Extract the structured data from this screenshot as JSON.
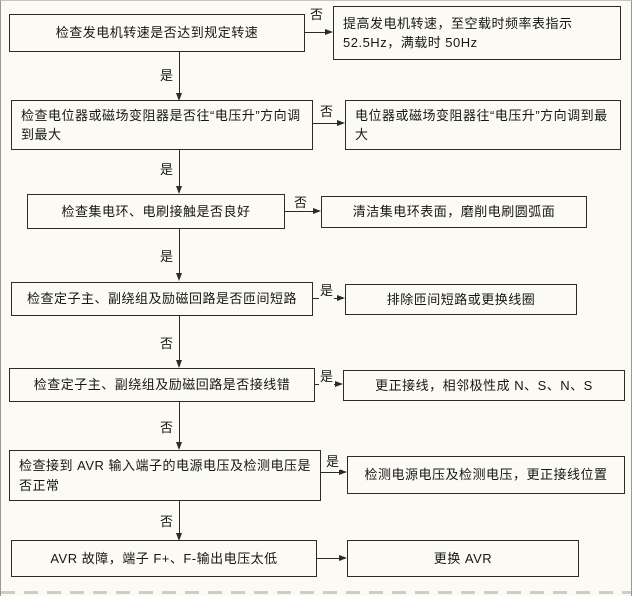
{
  "flow": {
    "rows": [
      {
        "left": "检查发电机转速是否达到规定转速",
        "right": "提高发电机转速，至空载时频率表指示 52.5Hz，满载时 50Hz",
        "branch_label": "否",
        "down_label": "是"
      },
      {
        "left": "检查电位器或磁场变阻器是否往“电压升”方向调到最大",
        "right": "电位器或磁场变阻器往“电压升”方向调到最大",
        "branch_label": "否",
        "down_label": "是"
      },
      {
        "left": "检查集电环、电刷接触是否良好",
        "right": "清洁集电环表面，磨削电刷圆弧面",
        "branch_label": "否",
        "down_label": "是"
      },
      {
        "left": "检查定子主、副绕组及励磁回路是否匝间短路",
        "right": "排除匝间短路或更换线圈",
        "branch_label": "是",
        "down_label": "否"
      },
      {
        "left": "检查定子主、副绕组及励磁回路是否接线错",
        "right": "更正接线，相邻极性成 N、S、N、S",
        "branch_label": "是",
        "down_label": "否"
      },
      {
        "left": "检查接到 AVR 输入端子的电源电压及检测电压是否正常",
        "right": "检测电源电压及检测电压，更正接线位置",
        "branch_label": "是",
        "down_label": "否"
      },
      {
        "left": "AVR 故障，端子 F+、F-输出电压太低",
        "right": "更换 AVR",
        "branch_label": "",
        "down_label": ""
      }
    ]
  }
}
